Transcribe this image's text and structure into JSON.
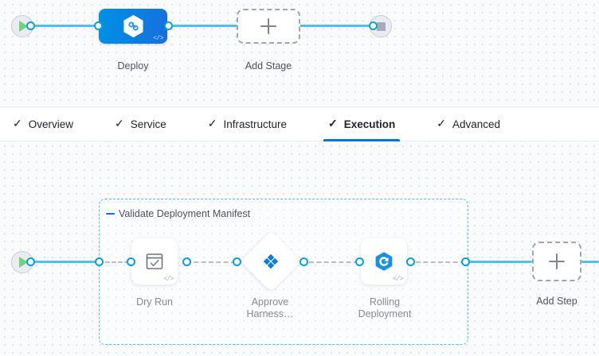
{
  "pipeline": {
    "stage_row": {
      "start_node": {
        "name": "start-node",
        "icon": "play-icon"
      },
      "end_node": {
        "name": "end-node",
        "icon": "stop-icon"
      },
      "stages": [
        {
          "id": "deploy",
          "label": "Deploy",
          "icon": "harness-hexagon-icon",
          "code_badge": "</>",
          "selected": true
        },
        {
          "id": "add-stage",
          "label": "Add Stage",
          "icon": "plus-icon",
          "selected": false
        }
      ]
    },
    "tabs": [
      {
        "id": "overview",
        "label": "Overview",
        "check": "✓",
        "active": false
      },
      {
        "id": "service",
        "label": "Service",
        "check": "✓",
        "active": false
      },
      {
        "id": "infrastructure",
        "label": "Infrastructure",
        "check": "✓",
        "active": false
      },
      {
        "id": "execution",
        "label": "Execution",
        "check": "✓",
        "active": true
      },
      {
        "id": "advanced",
        "label": "Advanced",
        "check": "✓",
        "active": false
      }
    ],
    "execution": {
      "start_node": {
        "name": "execution-start-node",
        "icon": "play-icon"
      },
      "group": {
        "title": "Validate Deployment Manifest",
        "collapse_icon": "collapse-minus-icon"
      },
      "steps": [
        {
          "id": "dry-run",
          "label": "Dry Run",
          "icon": "dry-run-checklist-icon",
          "code_badge": "</>",
          "shape": "rounded-square"
        },
        {
          "id": "approve-harness",
          "label": "Approve\nHarness…",
          "icon": "harness-approval-icon",
          "code_badge": "",
          "shape": "diamond"
        },
        {
          "id": "rolling-deployment",
          "label": "Rolling\nDeployment",
          "icon": "rolling-deployment-icon",
          "code_badge": "</>",
          "shape": "rounded-square"
        }
      ],
      "add_step": {
        "label": "Add Step",
        "icon": "plus-icon"
      }
    }
  },
  "colors": {
    "accent_blue": "#0278d5",
    "link_blue": "#4ec0ee",
    "port_blue": "#0a9de0",
    "stage_blue": "#0b7fe0",
    "group_dash": "#47c3f0",
    "canvas_bg": "#fafbfc",
    "grid_dot": "#d6dae3",
    "label_text": "#4f5162",
    "play_green": "#6fd37f"
  }
}
